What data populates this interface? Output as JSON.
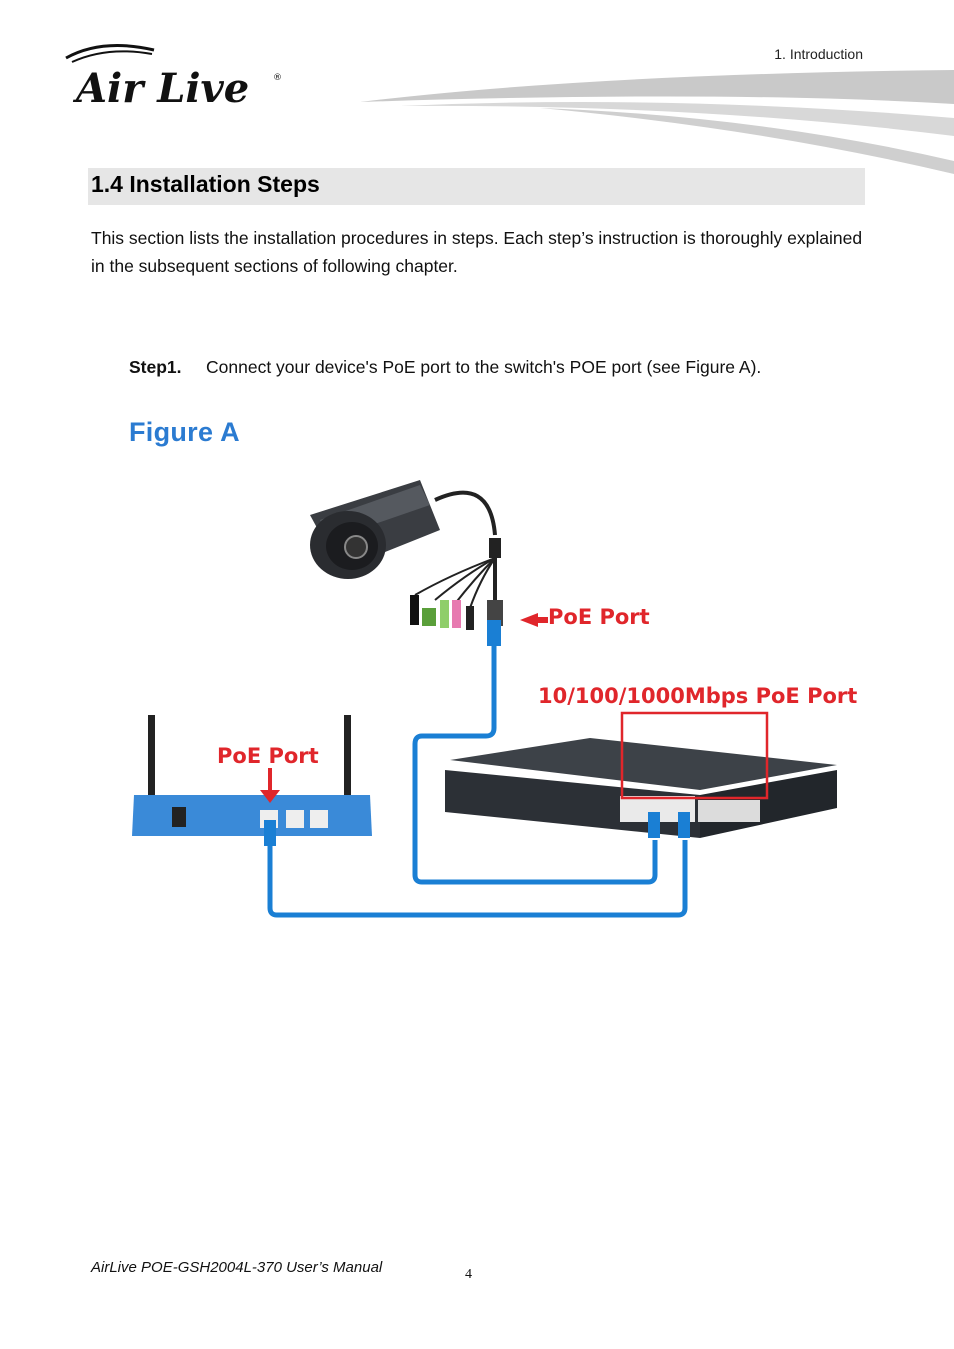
{
  "header": {
    "chapter": "1. Introduction",
    "logo_text": "Air Live",
    "logo_mark": "®"
  },
  "section": {
    "title": "1.4 Installation Steps",
    "intro": "This section lists the installation procedures in steps. Each step’s instruction is thoroughly explained in the subsequent sections of following chapter."
  },
  "step1": {
    "label": "Step1.",
    "text": "Connect your device's PoE port to the switch's POE port (see Figure A)."
  },
  "figure": {
    "label": "Figure A",
    "callouts": {
      "camera_port": "PoE Port",
      "switch_ports": "10/100/1000Mbps PoE Port",
      "router_port": "PoE Port"
    },
    "colors": {
      "cable": "#1a7fd4",
      "callout": "#e0262b",
      "router_body": "#3a8ad8",
      "switch_body": "#2c3036"
    }
  },
  "footer": {
    "manual": "AirLive POE-GSH2004L-370 User’s Manual",
    "page": "4"
  }
}
